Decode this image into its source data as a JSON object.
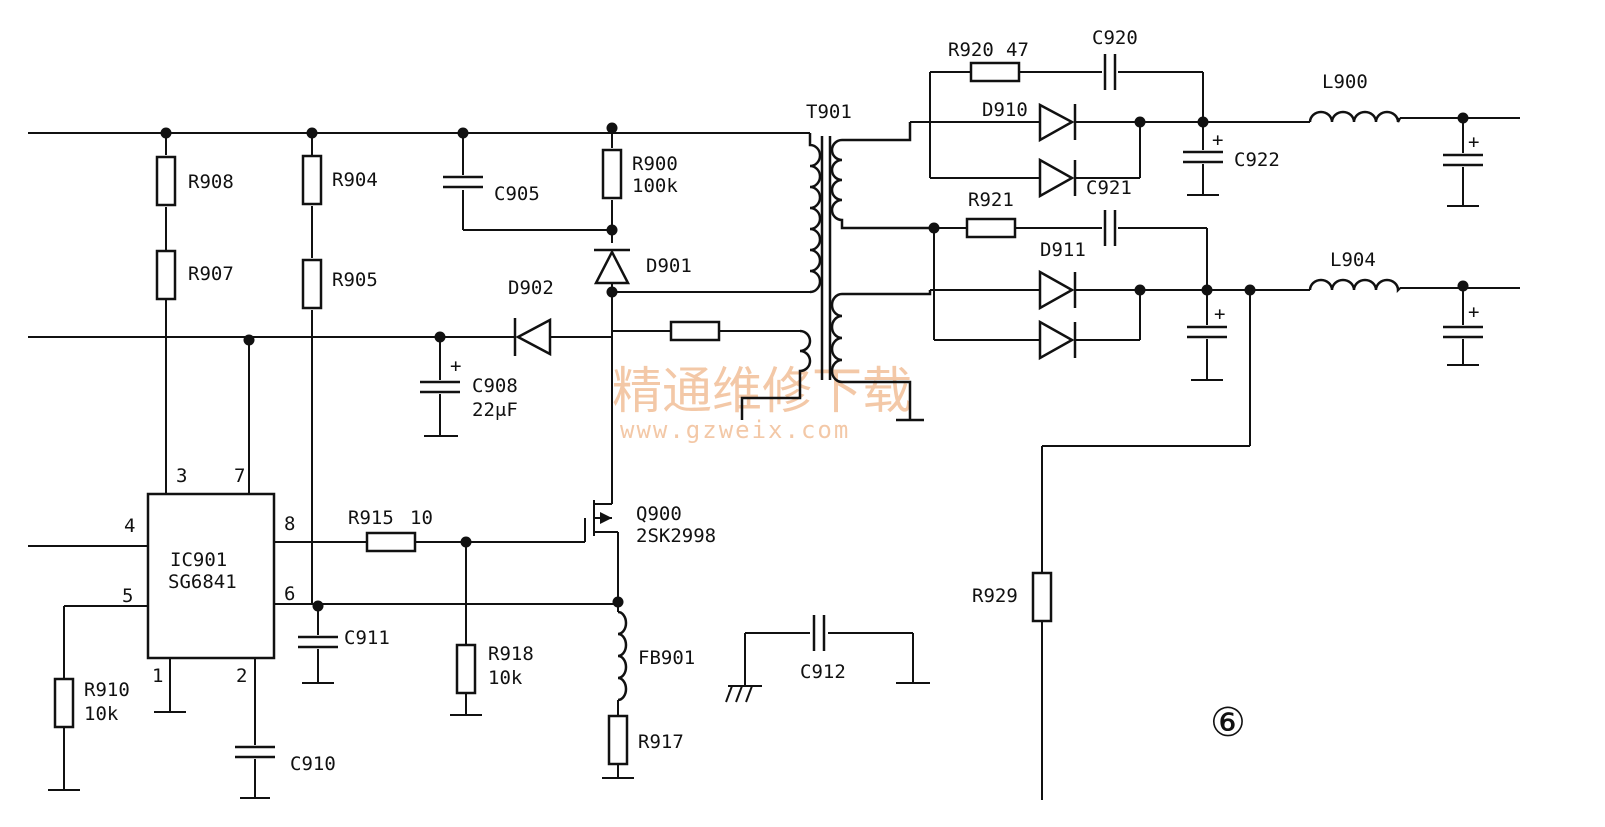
{
  "figure_number": "⑥",
  "watermark": {
    "cn": "精通维修下载",
    "url": "www.gzweix.com"
  },
  "ic": {
    "name": "IC901",
    "part": "SG6841",
    "pins": {
      "p1": "1",
      "p2": "2",
      "p3": "3",
      "p4": "4",
      "p5": "5",
      "p6": "6",
      "p7": "7",
      "p8": "8"
    }
  },
  "resistors": {
    "R908": "R908",
    "R907": "R907",
    "R904": "R904",
    "R905": "R905",
    "R900": "R900",
    "R900_val": "100k",
    "R915": "R915",
    "R915_val": "10",
    "R918": "R918",
    "R918_val": "10k",
    "R910": "R910",
    "R910_val": "10k",
    "R917": "R917",
    "R920": "R920",
    "R920_val": "47",
    "R921": "R921",
    "R929": "R929"
  },
  "capacitors": {
    "C905": "C905",
    "C908": "C908",
    "C908_val": "22μF",
    "C911": "C911",
    "C910": "C910",
    "C912": "C912",
    "C920": "C920",
    "C921": "C921",
    "C922": "C922"
  },
  "diodes": {
    "D901": "D901",
    "D902": "D902",
    "D910": "D910",
    "D911": "D911"
  },
  "transistor": {
    "name": "Q900",
    "part": "2SK2998"
  },
  "inductors": {
    "FB901": "FB901",
    "L900": "L900",
    "L904": "L904"
  },
  "transformer": {
    "name": "T901"
  }
}
